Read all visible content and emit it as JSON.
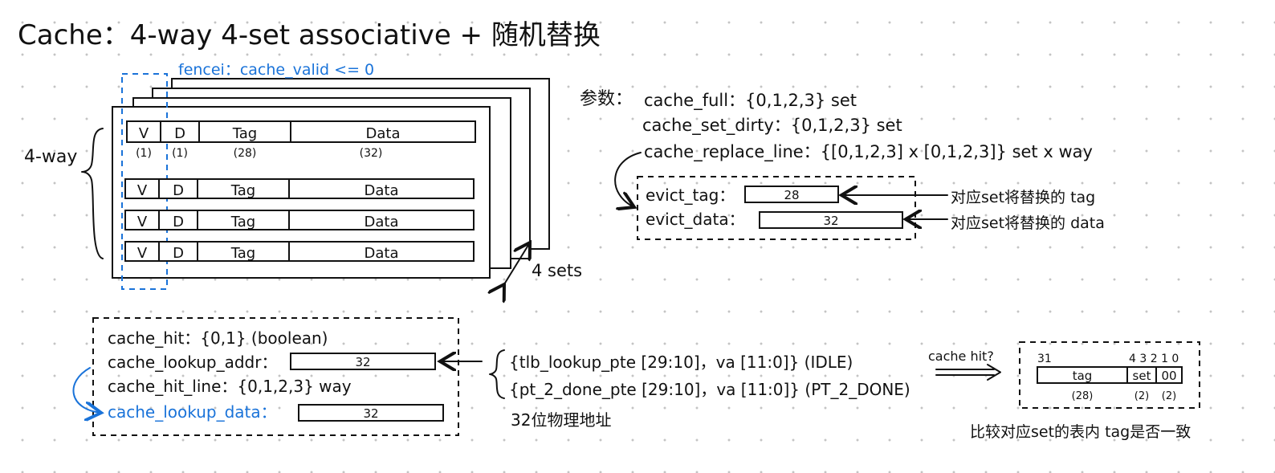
{
  "title": "Cache：4-way 4-set associative + 随机替换",
  "fencei_note": "fencei：cache_valid <= 0",
  "way_label": "4-way",
  "sets_label": "4 sets",
  "line_fields": [
    "V",
    "D",
    "Tag",
    "Data"
  ],
  "line_bits": [
    "(1)",
    "(1)",
    "(28)",
    "(32)"
  ],
  "params": {
    "label": "参数：",
    "cache_full": "cache_full：{0,1,2,3} set",
    "cache_set_dirty": "cache_set_dirty：{0,1,2,3} set",
    "cache_replace_line": "cache_replace_line：{[0,1,2,3] x [0,1,2,3]} set x way",
    "evict_tag_label": "evict_tag：",
    "evict_tag_value": "28",
    "evict_data_label": "evict_data：",
    "evict_data_value": "32",
    "evict_tag_note": "对应set将替换的 tag",
    "evict_data_note": "对应set将替换的 data"
  },
  "lookup": {
    "cache_hit": "cache_hit：{0,1} (boolean)",
    "addr_label": "cache_lookup_addr：",
    "addr_value": "32",
    "hit_line": "cache_hit_line：{0,1,2,3} way",
    "data_label": "cache_lookup_data：",
    "data_value": "32",
    "src1": "{tlb_lookup_pte [29:10]，va [11:0]} (IDLE)",
    "src2": "{pt_2_done_pte [29:10]，va [11:0]} (PT_2_DONE)",
    "src_note": "32位物理地址"
  },
  "address": {
    "arrow_label": "cache hit?",
    "bit_31": "31",
    "bits_low": "4 3 2 1 0",
    "fields": [
      "tag",
      "set",
      "00"
    ],
    "field_bits": [
      "(28)",
      "(2)",
      "(2)"
    ],
    "caption": "比较对应set的表内 tag是否一致"
  },
  "colors": {
    "ink": "#111111",
    "accent": "#1a73d9"
  }
}
